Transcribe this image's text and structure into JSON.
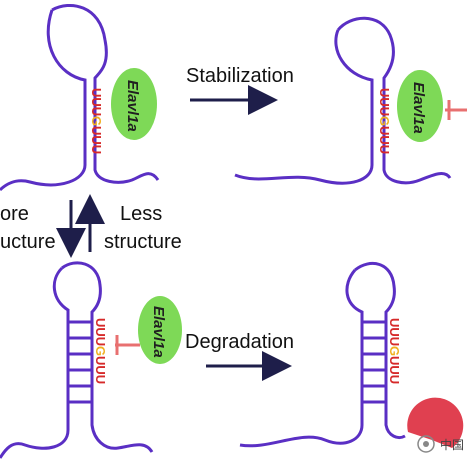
{
  "labels": {
    "stabilization": "Stabilization",
    "degradation": "Degradation",
    "more_line1": "ore",
    "more_line2": "ucture",
    "less_line1": "Less",
    "less_line2": "structure",
    "protein": "Elavl1a",
    "watermark": "中国"
  },
  "colors": {
    "rna": "#5a2fc4",
    "uu": "#d62a2a",
    "g": "#f0b020",
    "protein": "#7ed957",
    "inhibit": "#e87070",
    "arrow": "#1e1e4a",
    "degrader": "#e04050"
  }
}
